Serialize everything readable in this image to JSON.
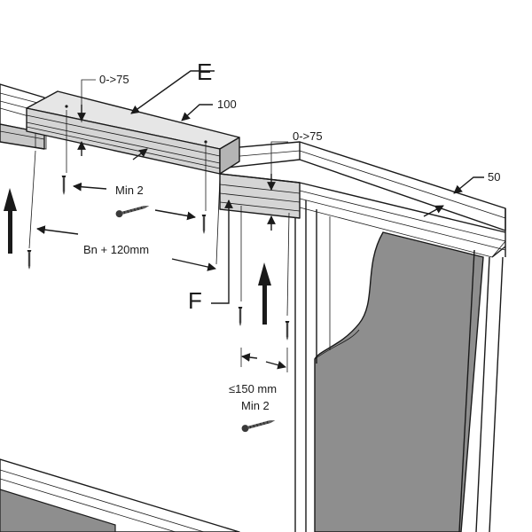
{
  "diagram": {
    "labels": {
      "e": "E",
      "f": "F",
      "gap_top_left": "0->75",
      "gap_top_right": "0->75",
      "width_100": "100",
      "width_50": "50",
      "min2_upper": "Min 2",
      "bn_spacing": "Bn + 120mm",
      "spacing_150": "≤150 mm",
      "min2_lower": "Min 2"
    },
    "colors": {
      "board_face": "#e6e6e6",
      "board_light": "#d5d5d5",
      "board_mid": "#c7c7c7",
      "board_shadow": "#b4b4b4",
      "panel_dark": "#8e8e8e",
      "panel_deep": "#6d6d6d",
      "line": "#1a1a1a",
      "background": "#ffffff"
    },
    "icons": [
      "screw-icon",
      "up-arrow-icon",
      "leader-arrow-icon"
    ]
  }
}
